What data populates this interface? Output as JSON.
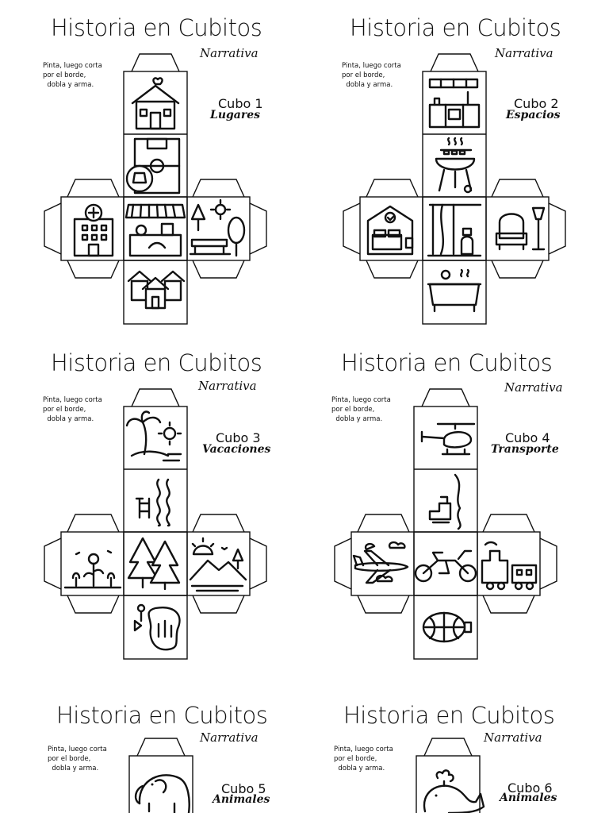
{
  "instructions": "Pinta, luego corta\npor el borde,\n  dobla y arma.",
  "panels": [
    {
      "title": "Historia en Cubitos",
      "subtitle": "Narrativa",
      "cube": "Cubo 1",
      "category": "Lugares",
      "faces": {
        "top": "house-heart-icon",
        "upper": "soccer-field-ball-icon",
        "left": "hospital-icon",
        "center": "market-stall-icon",
        "right": "park-bench-tree-icon",
        "bottom": "neighborhood-houses-icon"
      }
    },
    {
      "title": "Historia en Cubitos",
      "subtitle": "Narrativa",
      "cube": "Cubo 2",
      "category": "Espacios",
      "faces": {
        "top": "kitchen-icon",
        "upper": "barbecue-grill-icon",
        "left": "bedroom-icon",
        "center": "bathroom-shower-icon",
        "right": "living-room-armchair-icon",
        "bottom": "bathtub-icon"
      }
    },
    {
      "title": "Historia en Cubitos",
      "subtitle": "Narrativa",
      "cube": "Cubo 3",
      "category": "Vacaciones",
      "faces": {
        "top": "palm-beach-icon",
        "upper": "pool-ladder-icon",
        "left": "garden-flowers-icon",
        "center": "forest-pines-icon",
        "right": "mountain-sunset-icon",
        "bottom": "lake-icon"
      }
    },
    {
      "title": "Historia en Cubitos",
      "subtitle": "Narrativa",
      "cube": "Cubo 4",
      "category": "Transporte",
      "faces": {
        "top": "helicopter-icon",
        "upper": "ship-icon",
        "left": "airplane-icon",
        "center": "motorcycle-icon",
        "right": "train-icon",
        "bottom": "hot-air-balloon-icon"
      }
    },
    {
      "title": "Historia en Cubitos",
      "subtitle": "Narrativa",
      "cube": "Cubo 5",
      "category": "Animales",
      "faces": {
        "top": "elephant-icon"
      }
    },
    {
      "title": "Historia en Cubitos",
      "subtitle": "Narrativa",
      "cube": "Cubo 6",
      "category": "Animales",
      "faces": {
        "top": "whale-icon"
      }
    }
  ]
}
